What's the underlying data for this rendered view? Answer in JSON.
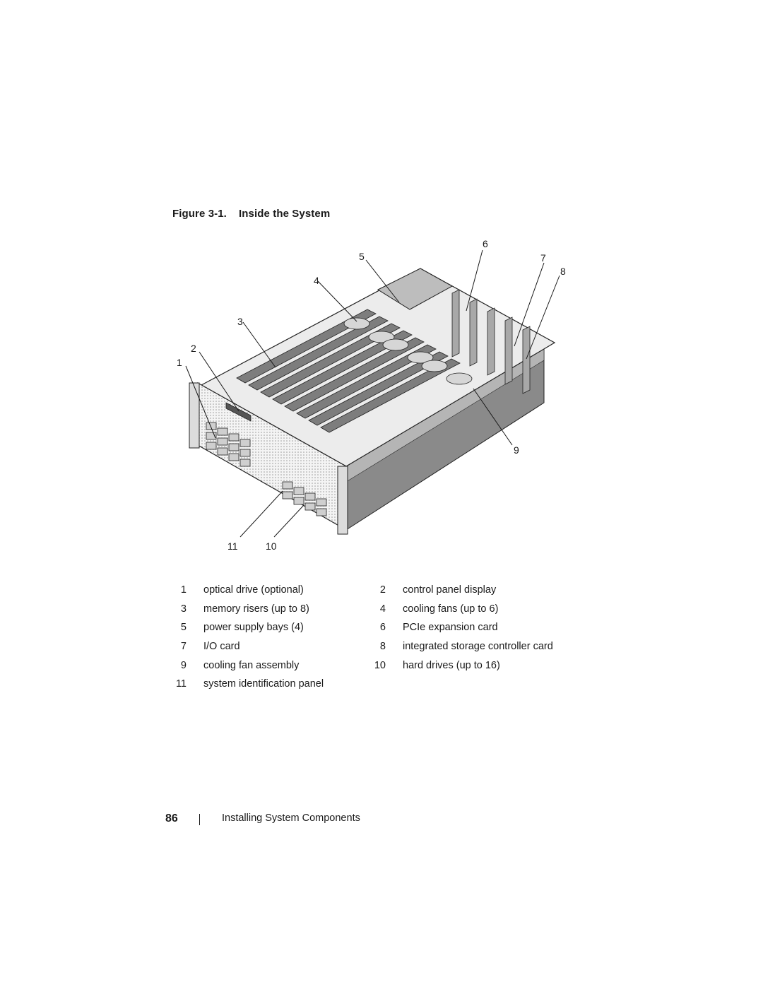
{
  "figure": {
    "caption_prefix": "Figure 3-1.",
    "caption_title": "Inside the System",
    "callouts": [
      "1",
      "2",
      "3",
      "4",
      "5",
      "6",
      "7",
      "8",
      "9",
      "10",
      "11"
    ]
  },
  "legend": [
    {
      "num": "1",
      "label": "optical drive (optional)"
    },
    {
      "num": "2",
      "label": "control panel display"
    },
    {
      "num": "3",
      "label": "memory risers (up to 8)"
    },
    {
      "num": "4",
      "label": "cooling fans (up to 6)"
    },
    {
      "num": "5",
      "label": "power supply bays (4)"
    },
    {
      "num": "6",
      "label": "PCIe expansion card"
    },
    {
      "num": "7",
      "label": "I/O card"
    },
    {
      "num": "8",
      "label": "integrated storage controller card"
    },
    {
      "num": "9",
      "label": "cooling fan assembly"
    },
    {
      "num": "10",
      "label": "hard drives (up to 16)"
    },
    {
      "num": "11",
      "label": "system identification panel"
    }
  ],
  "footer": {
    "page_number": "86",
    "section": "Installing System Components"
  }
}
